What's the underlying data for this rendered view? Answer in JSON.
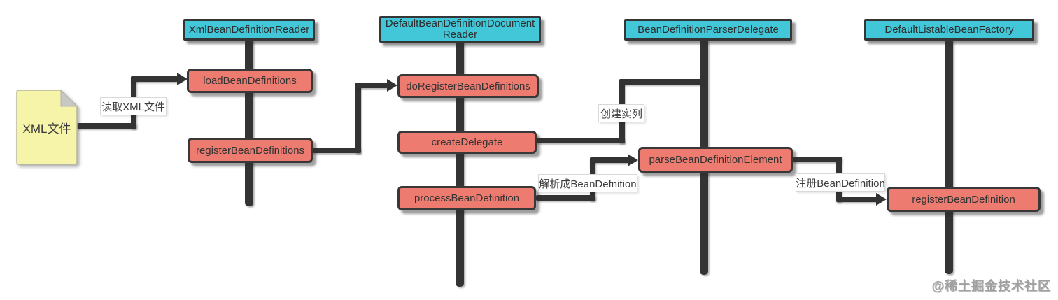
{
  "classes": [
    {
      "label": "XmlBeanDefinitionReader"
    },
    {
      "label": "DefaultBeanDefinitionDocumentReader"
    },
    {
      "label": "BeanDefinitionParserDelegate"
    },
    {
      "label": "DefaultListableBeanFactory"
    }
  ],
  "file": {
    "label": "XML文件"
  },
  "methods": [
    {
      "label": "loadBeanDefinitions"
    },
    {
      "label": "registerBeanDefinitions"
    },
    {
      "label": "doRegisterBeanDefinitions"
    },
    {
      "label": "createDelegate"
    },
    {
      "label": "processBeanDefinition"
    },
    {
      "label": "parseBeanDefinitionElement"
    },
    {
      "label": "registerBeanDefinition"
    }
  ],
  "messages": [
    {
      "label": "读取XML文件"
    },
    {
      "label": "创建实列"
    },
    {
      "label": "解析成BeanDefnition"
    },
    {
      "label": "注册BeanDefinition"
    }
  ],
  "watermark": "@稀土掘金技术社区",
  "colors": {
    "class_header": "#41c7d8",
    "method_box": "#ee7b70",
    "file_fill": "#f6f4a9",
    "line": "#333333",
    "label_bg": "#ffffff",
    "watermark": "#a0a0a0"
  }
}
